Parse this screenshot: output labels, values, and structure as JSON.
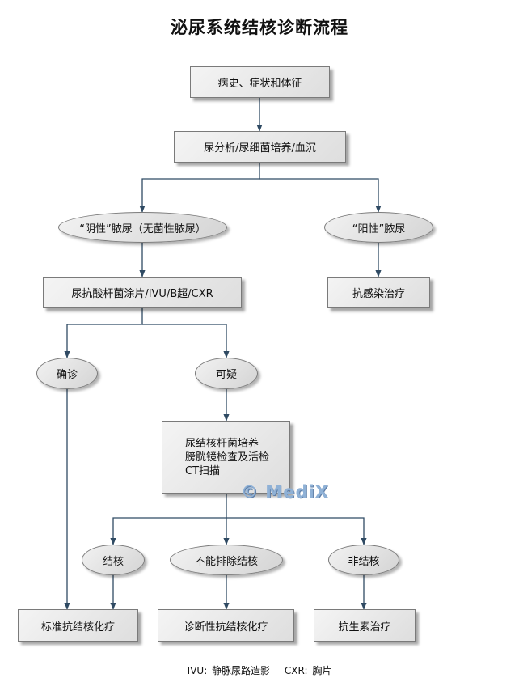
{
  "title": "泌尿系统结核诊断流程",
  "nodes": {
    "history": "病史、症状和体征",
    "urinalysis": "尿分析/尿细菌培养/血沉",
    "sterile_pyuria": "“阴性”脓尿（无菌性脓尿）",
    "positive_pyuria": "“阳性”脓尿",
    "anti_infection": "抗感染治疗",
    "afb_tests": "尿抗酸杆菌涂片/IVU/B超/CXR",
    "confirmed": "确诊",
    "suspected": "可疑",
    "further_tests": [
      "尿结核杆菌培养",
      "膀胱镜检查及活检",
      "CT扫描"
    ],
    "tb": "结核",
    "cannot_exclude": "不能排除结核",
    "non_tb": "非结核",
    "standard_treatment": "标准抗结核化疗",
    "diagnostic_treatment": "诊断性抗结核化疗",
    "antibiotic_treatment": "抗生素治疗"
  },
  "watermark": "© MediX",
  "footnote": {
    "ivu": "IVU: 静脉尿路造影",
    "cxr": "CXR: 胸片"
  },
  "colors": {
    "connector": "#2f4a63",
    "border": "#7a7a7a",
    "watermark": "#8fb1d6"
  }
}
